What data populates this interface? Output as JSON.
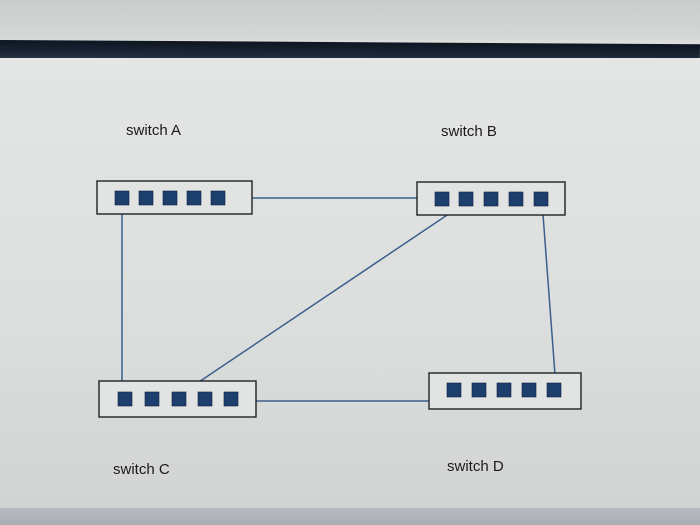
{
  "diagram": {
    "switches": [
      {
        "id": "A",
        "label": "switch A",
        "ports": 5
      },
      {
        "id": "B",
        "label": "switch B",
        "ports": 5
      },
      {
        "id": "C",
        "label": "switch C",
        "ports": 5
      },
      {
        "id": "D",
        "label": "switch D",
        "ports": 5
      }
    ],
    "links": [
      {
        "from": "A",
        "to": "B"
      },
      {
        "from": "A",
        "to": "C"
      },
      {
        "from": "B",
        "to": "C"
      },
      {
        "from": "B",
        "to": "D"
      },
      {
        "from": "C",
        "to": "D"
      }
    ],
    "colors": {
      "port": "#1c3f6e",
      "link": "#3a5f8c",
      "box_border": "#1f2226"
    }
  }
}
